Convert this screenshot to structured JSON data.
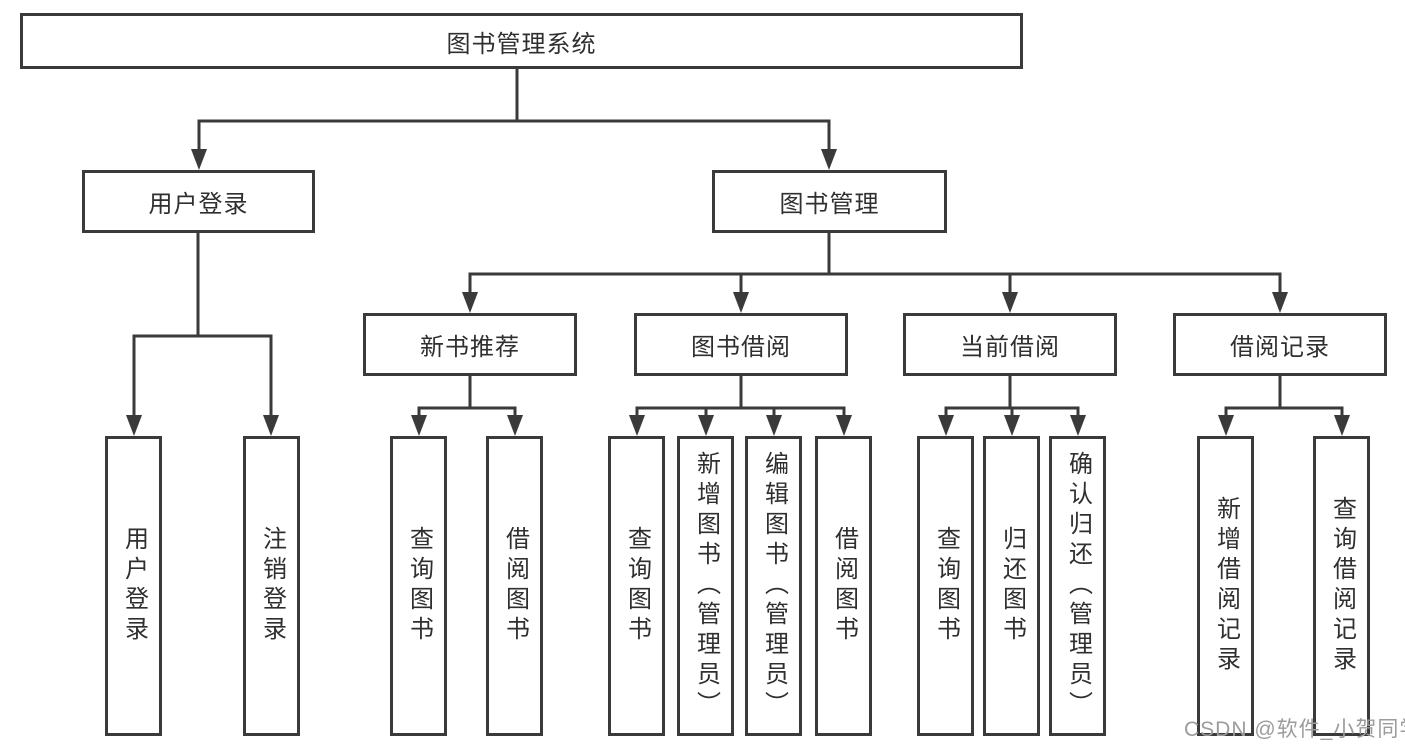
{
  "diagram": {
    "root": {
      "label": "图书管理系统"
    },
    "level2": [
      {
        "label": "用户登录"
      },
      {
        "label": "图书管理"
      }
    ],
    "level3": [
      {
        "label": "新书推荐"
      },
      {
        "label": "图书借阅"
      },
      {
        "label": "当前借阅"
      },
      {
        "label": "借阅记录"
      }
    ],
    "leaves": [
      {
        "label": "用户登录"
      },
      {
        "label": "注销登录"
      },
      {
        "label": "查询图书"
      },
      {
        "label": "借阅图书"
      },
      {
        "label": "查询图书"
      },
      {
        "label": "新增图书（管理员）"
      },
      {
        "label": "编辑图书（管理员）"
      },
      {
        "label": "借阅图书"
      },
      {
        "label": "查询图书"
      },
      {
        "label": "归还图书"
      },
      {
        "label": "确认归还（管理员）"
      },
      {
        "label": "新增借阅记录"
      },
      {
        "label": "查询借阅记录"
      }
    ],
    "colors": {
      "line": "#3a3a3a",
      "box_border": "#3a3a3a",
      "text": "#2f2f2f",
      "watermark": "#9c9c9c"
    }
  },
  "watermark": {
    "text": "CSDN @软件_小贺同学"
  }
}
